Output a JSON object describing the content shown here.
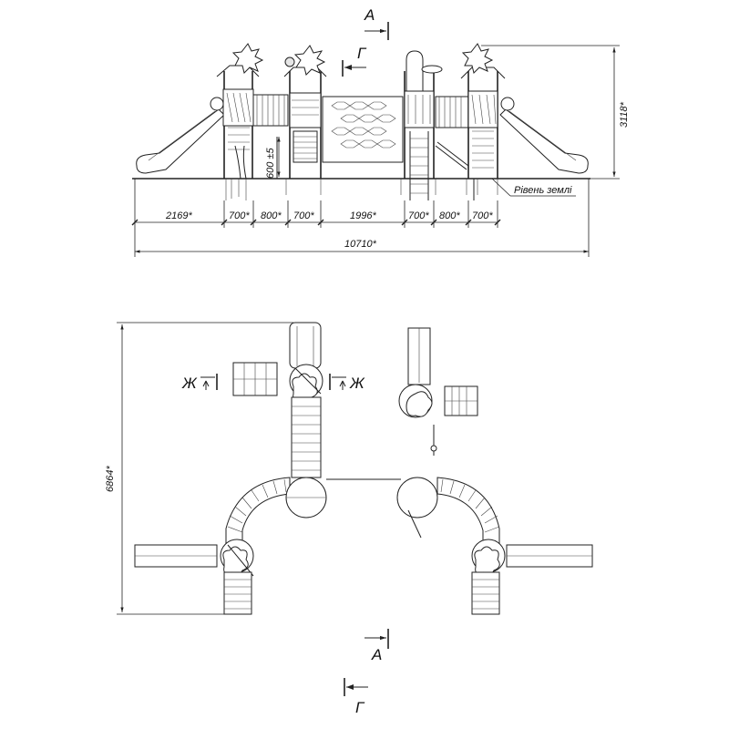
{
  "elevation": {
    "dimensions": {
      "segments": [
        "2169*",
        "700*",
        "800*",
        "700*",
        "1996*",
        "700*",
        "800*",
        "700*"
      ],
      "total": "10710*",
      "height": "3118*",
      "platform_height": "600 ±5"
    },
    "ground_label": "Рівень землі"
  },
  "plan": {
    "dimensions": {
      "depth": "6864*"
    }
  },
  "section_marks": {
    "a": "А",
    "g": "Г",
    "zh": "Ж"
  }
}
